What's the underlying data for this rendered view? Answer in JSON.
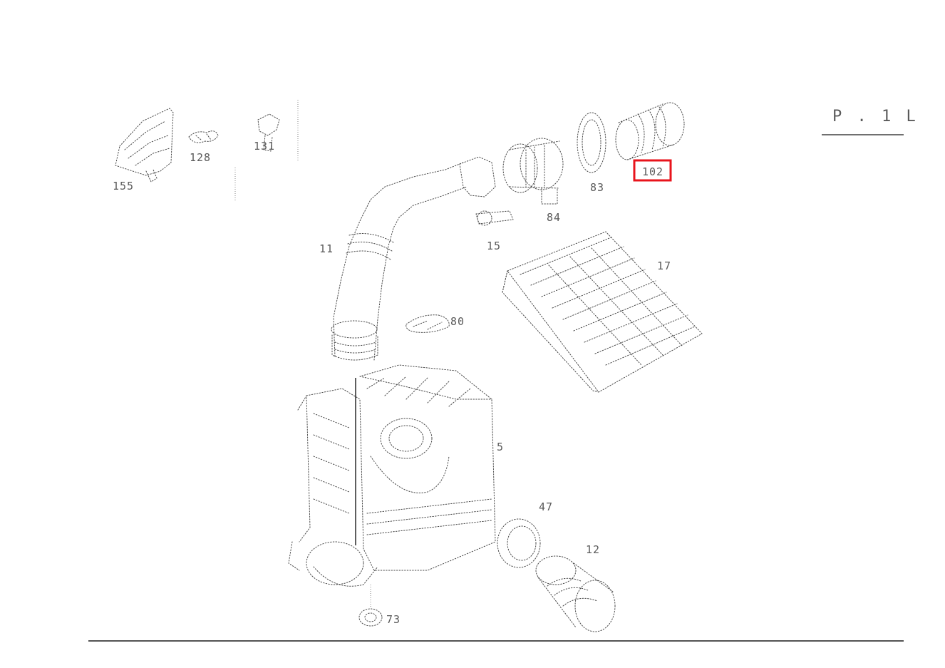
{
  "diagram": {
    "page_code": "P . 1 L",
    "callouts": {
      "c155": "155",
      "c128": "128",
      "c131": "131",
      "c102": "102",
      "c83": "83",
      "c84": "84",
      "c15": "15",
      "c11": "11",
      "c17": "17",
      "c80": "80",
      "c5": "5",
      "c47": "47",
      "c12": "12",
      "c73": "73"
    },
    "highlighted_callout": "102",
    "colors": {
      "highlight": "#e8141c",
      "ink": "#4a4a4a",
      "rule": "#1a1a1a",
      "background": "#ffffff"
    }
  }
}
